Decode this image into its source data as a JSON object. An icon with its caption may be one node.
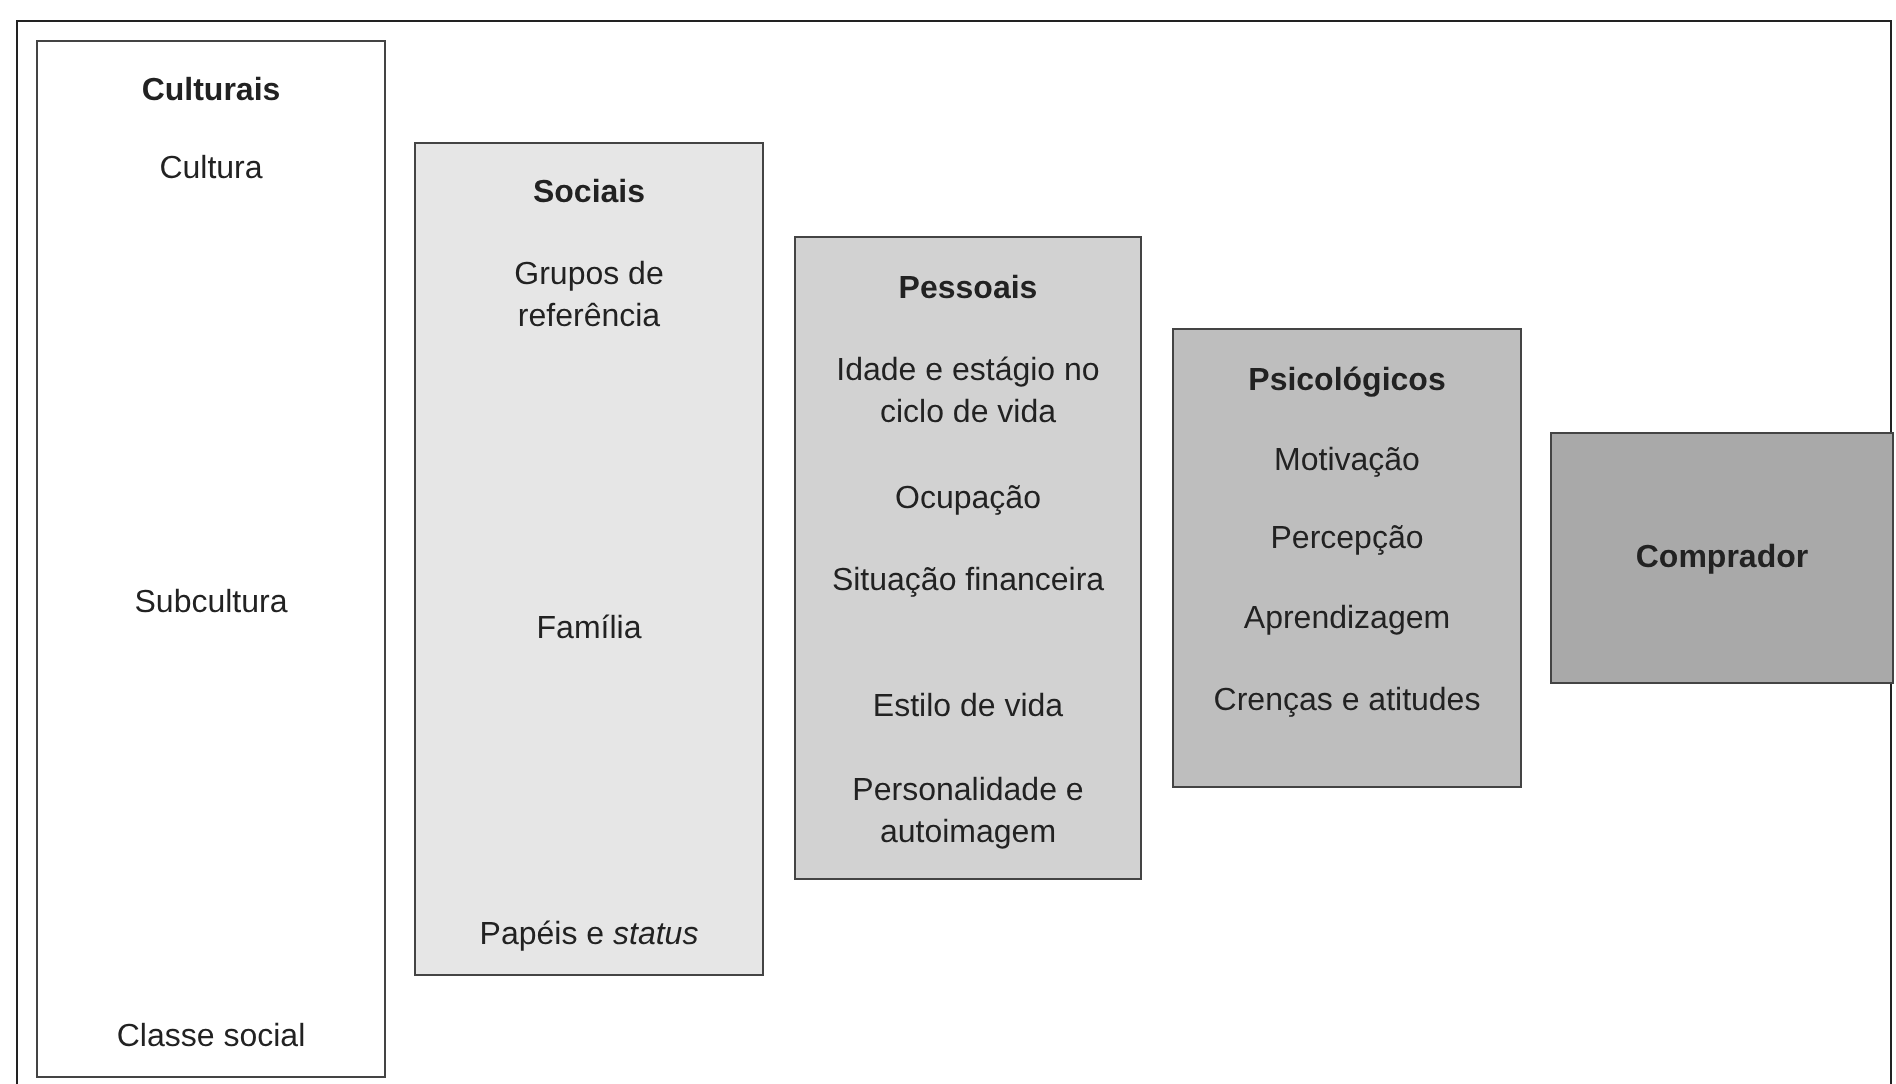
{
  "diagram": {
    "nodes": [
      {
        "text": [
          "Culturais",
          "Cultura",
          "Subcultura",
          "Classe social"
        ]
      },
      {
        "text": [
          "Sociais",
          "Grupos de referência",
          "Família",
          "Papéis e *status*"
        ]
      },
      {
        "text": [
          "Pessoais",
          "Idade e estágio no ciclo de vida",
          "Ocupação",
          "Situação financeira",
          "Estilo de vida",
          "Personalidade e autoimagem"
        ]
      },
      {
        "text": [
          "Psicológicos",
          "Motivação",
          "Percepção",
          "Aprendizagem",
          "Crenças e atitudes"
        ]
      },
      {
        "text": [
          "Comprador"
        ]
      }
    ]
  }
}
